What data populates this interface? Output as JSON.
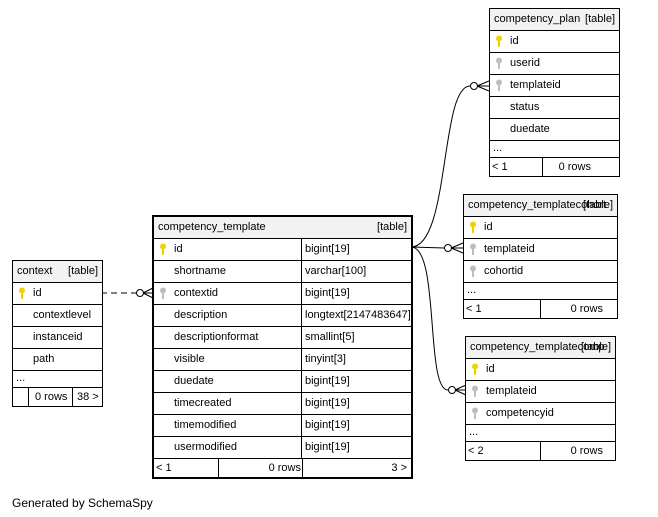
{
  "footer_text": "Generated by SchemaSpy",
  "colors": {
    "primary_key": "#f2d100",
    "foreign_key": "#bdbdbd",
    "header_bg": "#f2f2f2"
  },
  "context": {
    "name": "context",
    "tag": "[table]",
    "columns": [
      {
        "name": "id",
        "key": "pk"
      },
      {
        "name": "contextlevel",
        "key": ""
      },
      {
        "name": "instanceid",
        "key": ""
      },
      {
        "name": "path",
        "key": ""
      }
    ],
    "ellipsis": "...",
    "rows": "0 rows",
    "children": "38 >"
  },
  "competency_template": {
    "name": "competency_template",
    "tag": "[table]",
    "columns": [
      {
        "name": "id",
        "type": "bigint[19]",
        "key": "pk"
      },
      {
        "name": "shortname",
        "type": "varchar[100]",
        "key": ""
      },
      {
        "name": "contextid",
        "type": "bigint[19]",
        "key": "fk"
      },
      {
        "name": "description",
        "type": "longtext[2147483647]",
        "key": ""
      },
      {
        "name": "descriptionformat",
        "type": "smallint[5]",
        "key": ""
      },
      {
        "name": "visible",
        "type": "tinyint[3]",
        "key": ""
      },
      {
        "name": "duedate",
        "type": "bigint[19]",
        "key": ""
      },
      {
        "name": "timecreated",
        "type": "bigint[19]",
        "key": ""
      },
      {
        "name": "timemodified",
        "type": "bigint[19]",
        "key": ""
      },
      {
        "name": "usermodified",
        "type": "bigint[19]",
        "key": ""
      }
    ],
    "parents": "< 1",
    "rows": "0 rows",
    "children": "3 >"
  },
  "competency_plan": {
    "name": "competency_plan",
    "tag": "[table]",
    "columns": [
      {
        "name": "id",
        "key": "pk"
      },
      {
        "name": "userid",
        "key": "fk"
      },
      {
        "name": "templateid",
        "key": "fk"
      },
      {
        "name": "status",
        "key": ""
      },
      {
        "name": "duedate",
        "key": ""
      }
    ],
    "ellipsis": "...",
    "parents": "< 1",
    "rows": "0 rows"
  },
  "competency_templatecohort": {
    "name": "competency_templatecohort",
    "tag": "[table]",
    "columns": [
      {
        "name": "id",
        "key": "pk"
      },
      {
        "name": "templateid",
        "key": "fk"
      },
      {
        "name": "cohortid",
        "key": "fk"
      }
    ],
    "ellipsis": "...",
    "parents": "< 1",
    "rows": "0 rows"
  },
  "competency_templatecomp": {
    "name": "competency_templatecomp",
    "tag": "[table]",
    "columns": [
      {
        "name": "id",
        "key": "pk"
      },
      {
        "name": "templateid",
        "key": "fk"
      },
      {
        "name": "competencyid",
        "key": "fk"
      }
    ],
    "ellipsis": "...",
    "parents": "< 2",
    "rows": "0 rows"
  }
}
